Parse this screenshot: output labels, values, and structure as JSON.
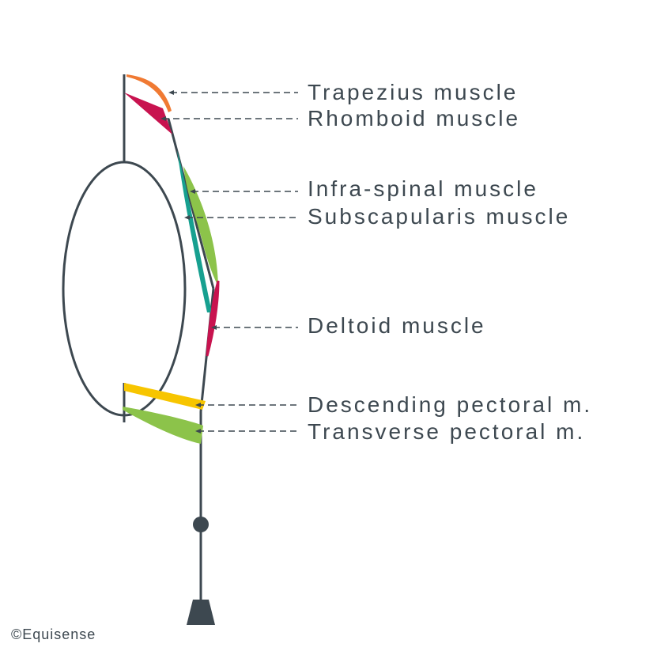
{
  "labels": {
    "trapezius": "Trapezius muscle",
    "rhomboid": "Rhomboid muscle",
    "infraspinal": "Infra-spinal muscle",
    "subscapularis": "Subscapularis muscle",
    "deltoid": "Deltoid muscle",
    "descending_pectoral": "Descending pectoral m.",
    "transverse_pectoral": "Transverse pectoral m."
  },
  "credit": "©Equisense",
  "colors": {
    "skeleton": "#3d4850",
    "trapezius": "#f07a33",
    "rhomboid": "#c8134f",
    "infraspinal": "#8cc34a",
    "subscapularis": "#17a090",
    "deltoid": "#c8134f",
    "descending_pectoral": "#f7c500",
    "transverse_pectoral": "#8cc34a"
  }
}
